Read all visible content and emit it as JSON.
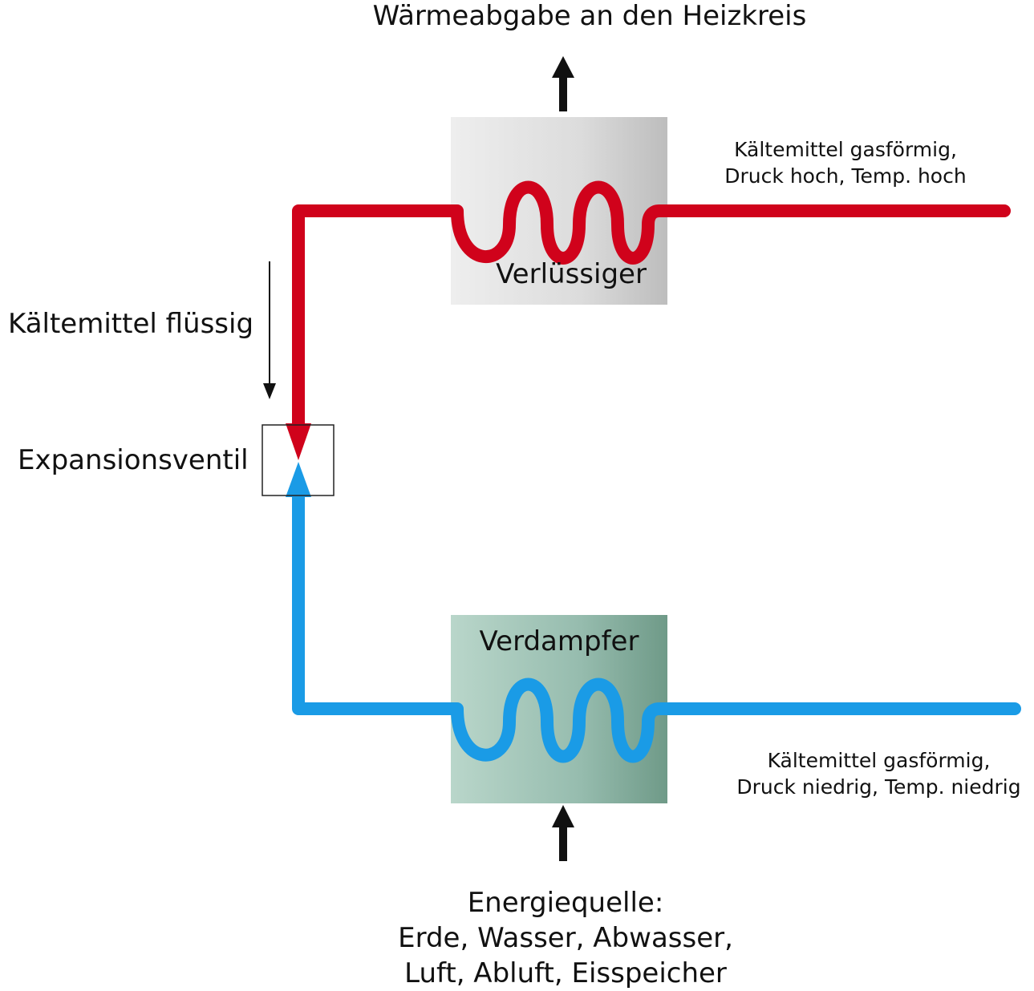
{
  "top_label": "Wärmeabgabe an den Heizkreis",
  "condenser": {
    "label": "Verlüssiger",
    "fill_color": "#d9d9d9"
  },
  "evaporator": {
    "label": "Verdampfer",
    "fill_color": "#9cc3b6"
  },
  "hot_state": {
    "line1": "Kältemittel gasförmig,",
    "line2": "Druck hoch, Temp. hoch"
  },
  "cold_state": {
    "line1": "Kältemittel gasförmig,",
    "line2": "Druck niedrig, Temp. niedrig"
  },
  "liquid_label": "Kältemittel flüssig",
  "valve_label": "Expansionsventil",
  "source": {
    "line1": "Energiequelle:",
    "line2": "Erde, Wasser, Abwasser,",
    "line3": "Luft,  Abluft, Eisspeicher"
  },
  "colors": {
    "hot_pipe": "#d0021b",
    "cold_pipe": "#1a9be6",
    "arrow": "#111111"
  }
}
